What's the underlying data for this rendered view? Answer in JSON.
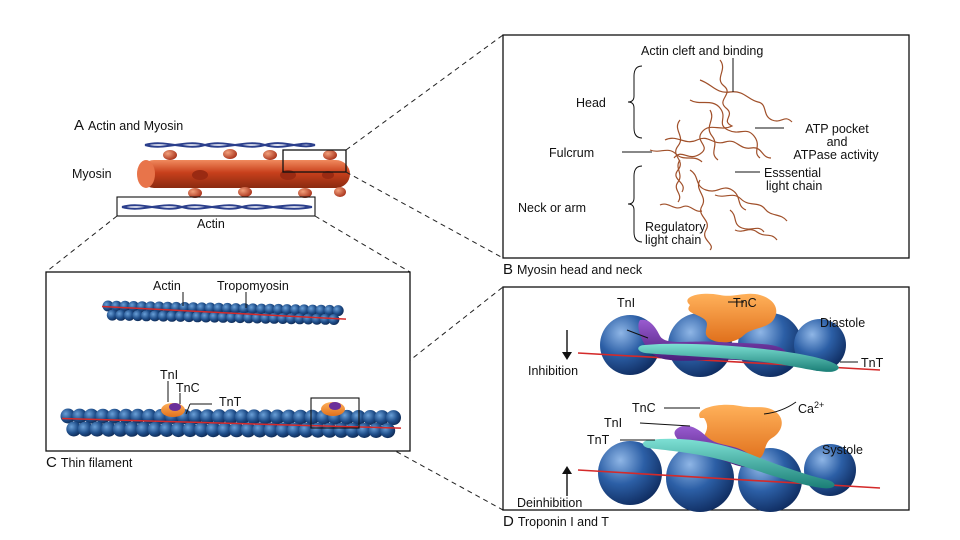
{
  "panel_a": {
    "letter": "A",
    "caption": "Actin and Myosin",
    "myosin_label": "Myosin",
    "actin_label": "Actin"
  },
  "panel_b": {
    "letter": "B",
    "caption": "Myosin head and neck",
    "labels": {
      "actin_cleft": "Actin cleft and binding",
      "head": "Head",
      "atp_pocket_1": "ATP pocket",
      "atp_pocket_2": "and",
      "atp_pocket_3": "ATPase activity",
      "fulcrum": "Fulcrum",
      "essential_1": "Esssential",
      "essential_2": "light chain",
      "neck": "Neck or arm",
      "regulatory_1": "Regulatory",
      "regulatory_2": "light chain"
    }
  },
  "panel_c": {
    "letter": "C",
    "caption": "Thin filament",
    "labels": {
      "actin": "Actin",
      "tropomyosin": "Tropomyosin",
      "tni": "TnI",
      "tnc": "TnC",
      "tnt": "TnT"
    }
  },
  "panel_d": {
    "letter": "D",
    "caption": "Troponin I and T",
    "diastole": {
      "tni": "TnI",
      "tnc": "TnC",
      "state": "Diastole",
      "tnt": "TnT",
      "arrow_label": "Inhibition"
    },
    "systole": {
      "tnc": "TnC",
      "ca": "Ca",
      "ca_sup": "2+",
      "tni": "TnI",
      "tnt": "TnT",
      "state": "Systole",
      "arrow_label": "Deinhibition"
    }
  },
  "colors": {
    "myosin": "#c8401c",
    "myosin_highlight": "#e8744a",
    "actin_strand": "#2b3f8c",
    "bead": "#1f4e8a",
    "tropomyosin": "#d42a2a",
    "tnc": "#f08a2c",
    "tni": "#6b2f9a",
    "tnt": "#2aa39a",
    "myosin_ribbon": "#a0502a"
  }
}
